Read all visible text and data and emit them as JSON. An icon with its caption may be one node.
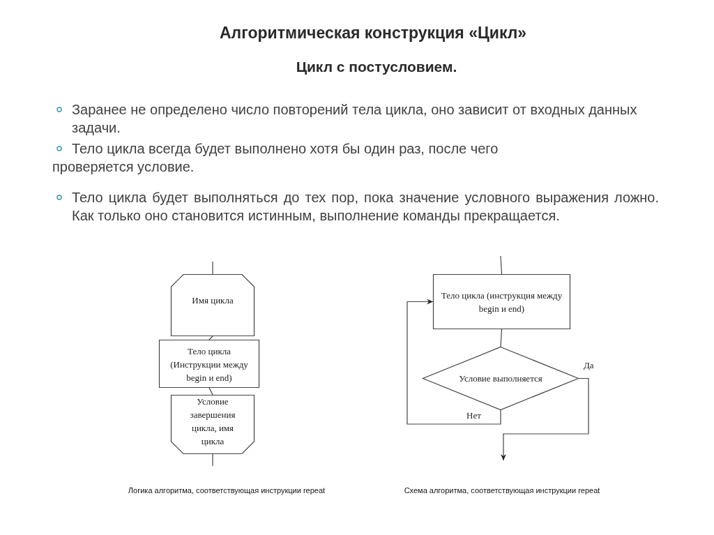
{
  "diagram": {
    "title": "Алгоритмическая конструкция «Цикл»",
    "nodes": [
      {
        "text": [
          "Имя цикла"
        ]
      },
      {
        "text": [
          "Тело цикла (Инструкции между begin и end)"
        ]
      },
      {
        "text": [
          "Условие завершения цикла, имя цикла"
        ]
      },
      {
        "text": [
          "Тело цикла (инструкция между begin и end)"
        ]
      },
      {
        "text": [
          "Условие выполняется"
        ]
      }
    ],
    "edges": [
      {
        "from": null,
        "to": 0,
        "arrow": "none"
      },
      {
        "from": 0,
        "to": 1,
        "arrow": "none"
      },
      {
        "from": 1,
        "to": 2,
        "arrow": "none"
      },
      {
        "from": 2,
        "to": null,
        "arrow": "none"
      },
      {
        "from": null,
        "to": 3,
        "arrow": "none"
      },
      {
        "from": 3,
        "to": 4,
        "arrow": "none"
      },
      {
        "from": 4,
        "to": 3,
        "arrow": "to",
        "label": "Нет"
      },
      {
        "from": 4,
        "to": null,
        "arrow": "to",
        "label": "Да"
      }
    ],
    "labels": [
      "Цикл с постусловием.",
      "Заранее не определено число повторений тела цикла, оно зависит от входных данных задачи.",
      "Тело цикла всегда будет выполнено хотя бы один раз, после чего проверяется условие.",
      "Тело цикла будет выполняться до тех пор, пока значение условного выражения ложно. Как только оно становится истинным, выполнение команды прекращается.",
      "Логика алгоритма, соответствующая инструкции repeat",
      "Схема алгоритма, соответствующая инструкции repeat"
    ]
  }
}
